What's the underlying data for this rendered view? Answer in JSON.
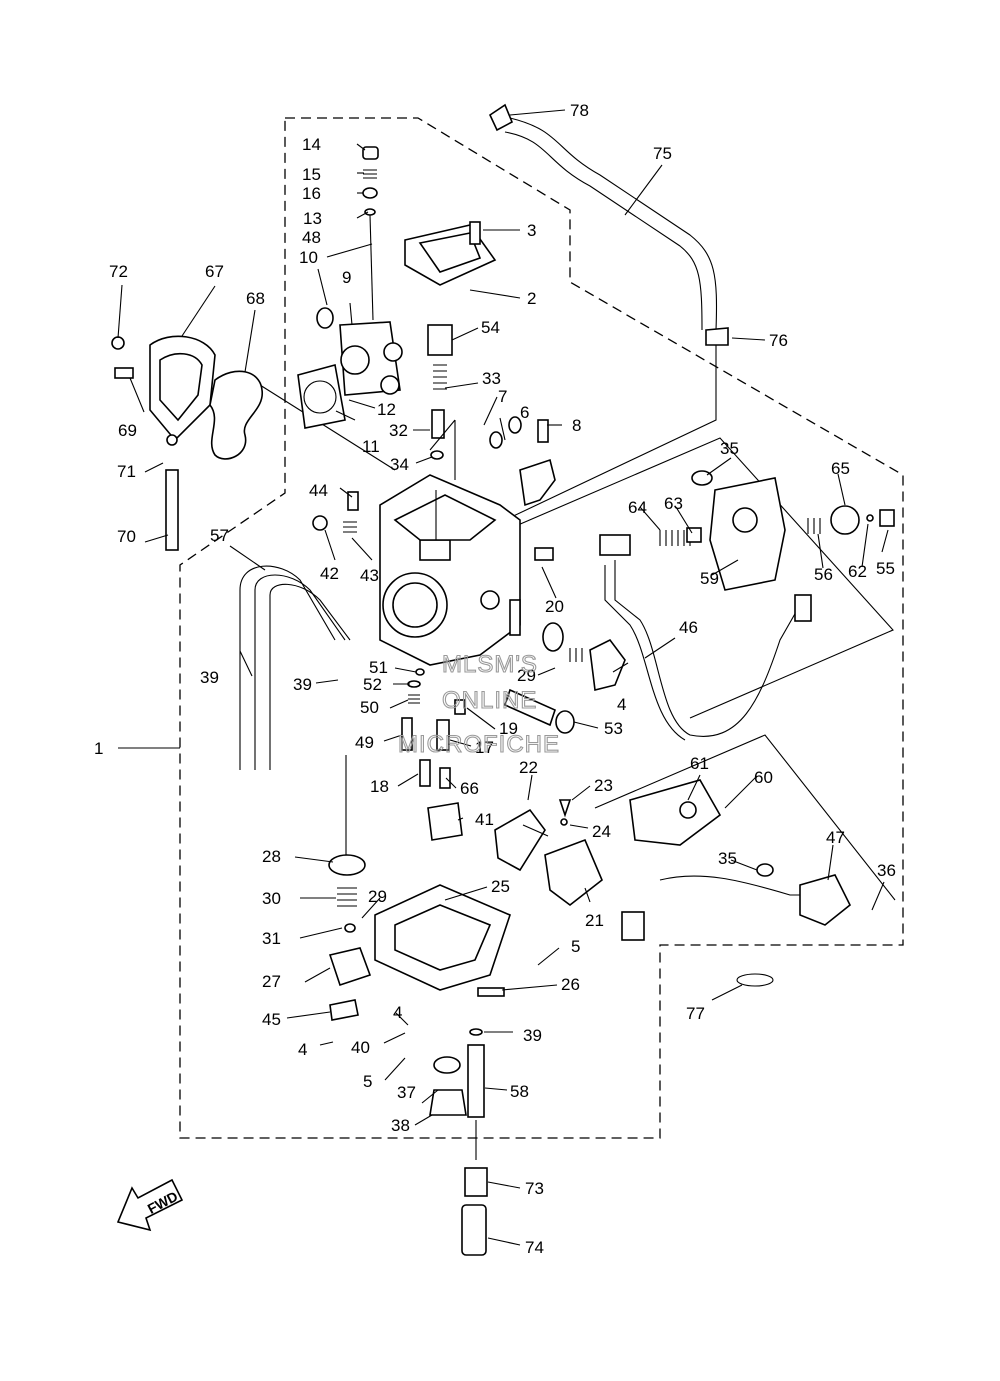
{
  "callouts": [
    {
      "id": "1",
      "label": "1"
    },
    {
      "id": "2",
      "label": "2"
    },
    {
      "id": "3",
      "label": "3"
    },
    {
      "id": "4a",
      "label": "4"
    },
    {
      "id": "4b",
      "label": "4"
    },
    {
      "id": "4c",
      "label": "4"
    },
    {
      "id": "5a",
      "label": "5"
    },
    {
      "id": "5b",
      "label": "5"
    },
    {
      "id": "6",
      "label": "6"
    },
    {
      "id": "7",
      "label": "7"
    },
    {
      "id": "8",
      "label": "8"
    },
    {
      "id": "9",
      "label": "9"
    },
    {
      "id": "10",
      "label": "10"
    },
    {
      "id": "11",
      "label": "11"
    },
    {
      "id": "12",
      "label": "12"
    },
    {
      "id": "13",
      "label": "13"
    },
    {
      "id": "14",
      "label": "14"
    },
    {
      "id": "15",
      "label": "15"
    },
    {
      "id": "16",
      "label": "16"
    },
    {
      "id": "17",
      "label": "17"
    },
    {
      "id": "18",
      "label": "18"
    },
    {
      "id": "19",
      "label": "19"
    },
    {
      "id": "20",
      "label": "20"
    },
    {
      "id": "21",
      "label": "21"
    },
    {
      "id": "22",
      "label": "22"
    },
    {
      "id": "23",
      "label": "23"
    },
    {
      "id": "24",
      "label": "24"
    },
    {
      "id": "25",
      "label": "25"
    },
    {
      "id": "26",
      "label": "26"
    },
    {
      "id": "27",
      "label": "27"
    },
    {
      "id": "28",
      "label": "28"
    },
    {
      "id": "29a",
      "label": "29"
    },
    {
      "id": "29b",
      "label": "29"
    },
    {
      "id": "30",
      "label": "30"
    },
    {
      "id": "31",
      "label": "31"
    },
    {
      "id": "32",
      "label": "32"
    },
    {
      "id": "33",
      "label": "33"
    },
    {
      "id": "34",
      "label": "34"
    },
    {
      "id": "35a",
      "label": "35"
    },
    {
      "id": "35b",
      "label": "35"
    },
    {
      "id": "36",
      "label": "36"
    },
    {
      "id": "37",
      "label": "37"
    },
    {
      "id": "38",
      "label": "38"
    },
    {
      "id": "39a",
      "label": "39"
    },
    {
      "id": "39b",
      "label": "39"
    },
    {
      "id": "39c",
      "label": "39"
    },
    {
      "id": "40",
      "label": "40"
    },
    {
      "id": "41",
      "label": "41"
    },
    {
      "id": "42",
      "label": "42"
    },
    {
      "id": "43",
      "label": "43"
    },
    {
      "id": "44",
      "label": "44"
    },
    {
      "id": "45",
      "label": "45"
    },
    {
      "id": "46",
      "label": "46"
    },
    {
      "id": "47",
      "label": "47"
    },
    {
      "id": "48",
      "label": "48"
    },
    {
      "id": "49",
      "label": "49"
    },
    {
      "id": "50",
      "label": "50"
    },
    {
      "id": "51",
      "label": "51"
    },
    {
      "id": "52",
      "label": "52"
    },
    {
      "id": "53",
      "label": "53"
    },
    {
      "id": "54",
      "label": "54"
    },
    {
      "id": "55",
      "label": "55"
    },
    {
      "id": "56",
      "label": "56"
    },
    {
      "id": "57",
      "label": "57"
    },
    {
      "id": "58",
      "label": "58"
    },
    {
      "id": "59",
      "label": "59"
    },
    {
      "id": "60",
      "label": "60"
    },
    {
      "id": "61",
      "label": "61"
    },
    {
      "id": "62",
      "label": "62"
    },
    {
      "id": "63",
      "label": "63"
    },
    {
      "id": "64",
      "label": "64"
    },
    {
      "id": "65",
      "label": "65"
    },
    {
      "id": "66",
      "label": "66"
    },
    {
      "id": "67",
      "label": "67"
    },
    {
      "id": "68",
      "label": "68"
    },
    {
      "id": "69",
      "label": "69"
    },
    {
      "id": "70",
      "label": "70"
    },
    {
      "id": "71",
      "label": "71"
    },
    {
      "id": "72",
      "label": "72"
    },
    {
      "id": "73",
      "label": "73"
    },
    {
      "id": "74",
      "label": "74"
    },
    {
      "id": "75",
      "label": "75"
    },
    {
      "id": "76",
      "label": "76"
    },
    {
      "id": "77",
      "label": "77"
    },
    {
      "id": "78",
      "label": "78"
    }
  ],
  "watermark": {
    "line1": "MLSM'S",
    "line2": "ONLINE",
    "line3": "MICROFICHE",
    "color": "#9a9a9a"
  },
  "direction_arrow": {
    "text": "FWD"
  },
  "colors": {
    "line": "#000000",
    "background": "#ffffff"
  }
}
